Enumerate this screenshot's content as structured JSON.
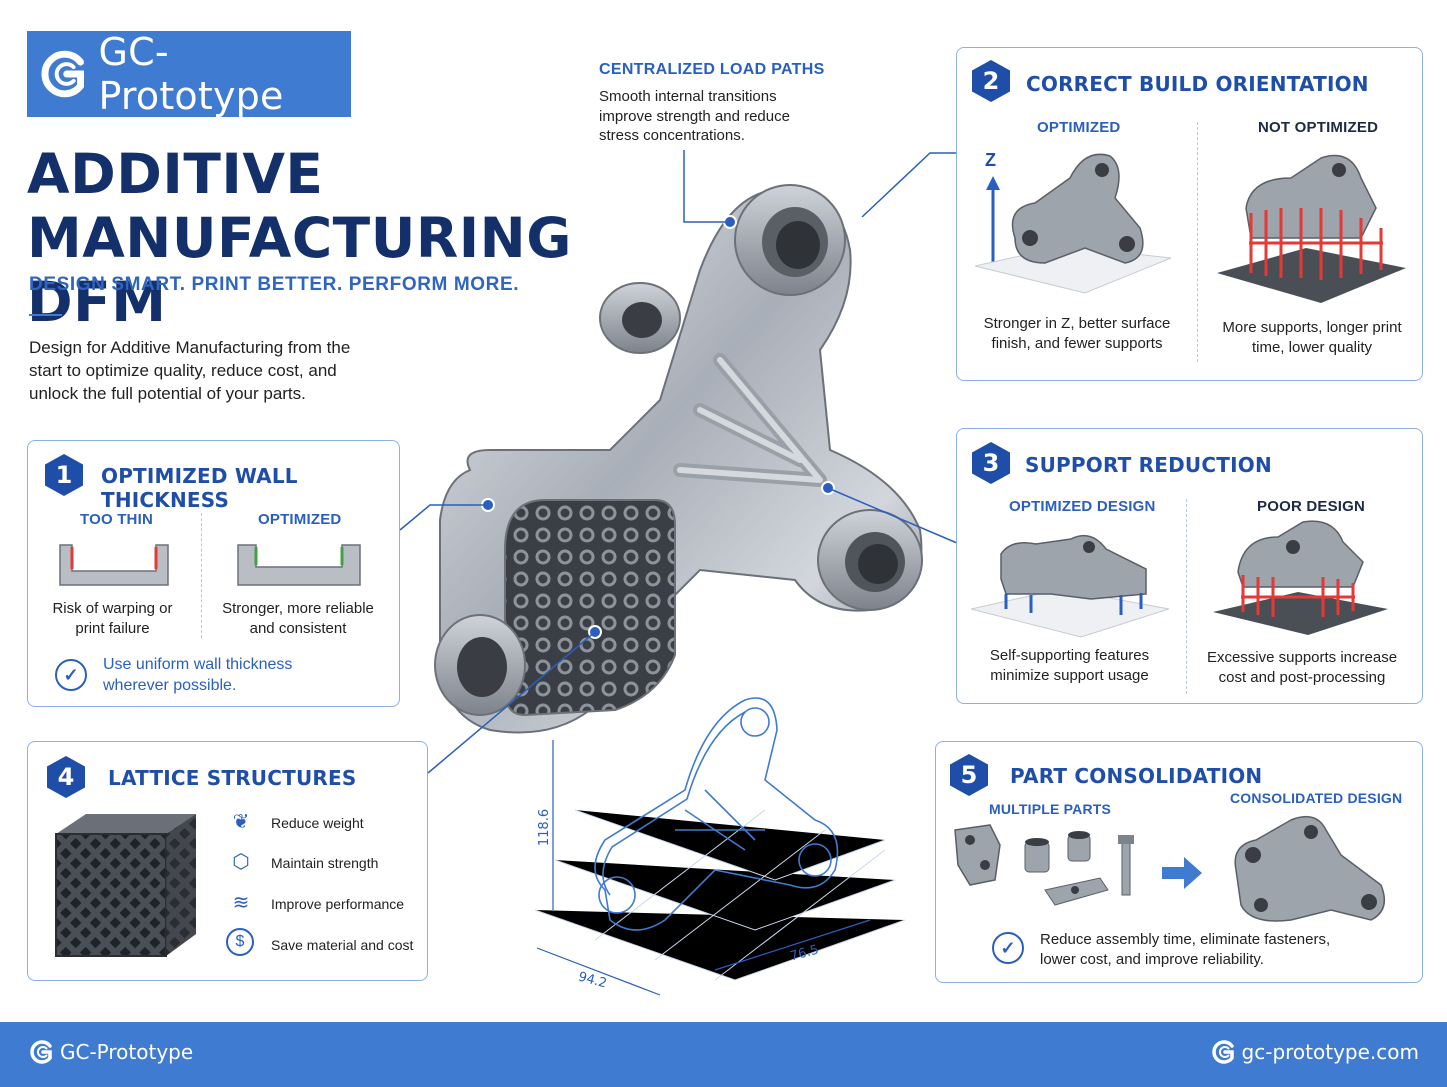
{
  "brand": {
    "logo_text": "GC-Prototype",
    "accent": "#3f7bd0",
    "navy": "#14306a"
  },
  "hero": {
    "title_line1": "ADDITIVE",
    "title_line2": "MANUFACTURING DFM",
    "tagline": "DESIGN SMART. PRINT BETTER. PERFORM MORE.",
    "intro": "Design for Additive Manufacturing from the start to optimize quality, reduce cost, and unlock the full potential of your parts."
  },
  "callout": {
    "title": "CENTRALIZED LOAD PATHS",
    "text": "Smooth internal transitions improve strength and reduce stress concentrations."
  },
  "card1": {
    "number": "1",
    "title": "OPTIMIZED WALL THICKNESS",
    "left_label": "TOO THIN",
    "left_caption": "Risk of warping or print failure",
    "right_label": "OPTIMIZED",
    "right_caption": "Stronger, more reliable and consistent",
    "tip": "Use uniform wall thickness wherever possible."
  },
  "card2": {
    "number": "2",
    "title": "CORRECT BUILD ORIENTATION",
    "left_label": "OPTIMIZED",
    "left_caption": "Stronger in Z, better surface finish, and fewer supports",
    "right_label": "NOT OPTIMIZED",
    "right_caption": "More supports, longer print time, lower quality",
    "axis_label": "Z"
  },
  "card3": {
    "number": "3",
    "title": "SUPPORT REDUCTION",
    "left_label": "OPTIMIZED DESIGN",
    "left_caption": "Self-supporting features minimize support usage",
    "right_label": "POOR DESIGN",
    "right_caption": "Excessive supports increase cost and post-processing"
  },
  "card4": {
    "number": "4",
    "title": "LATTICE STRUCTURES",
    "features": [
      {
        "icon": "feather-icon",
        "label": "Reduce weight"
      },
      {
        "icon": "cube-icon",
        "label": "Maintain strength"
      },
      {
        "icon": "wind-icon",
        "label": "Improve performance"
      },
      {
        "icon": "dollar-icon",
        "label": "Save material and cost"
      }
    ]
  },
  "card5": {
    "number": "5",
    "title": "PART CONSOLIDATION",
    "left_label": "MULTIPLE PARTS",
    "right_label": "CONSOLIDATED DESIGN",
    "tip": "Reduce assembly time, eliminate fasteners, lower cost, and improve reliability."
  },
  "blueprint": {
    "dim_height": "118.6",
    "dim_width": "94.2",
    "dim_depth": "76.5"
  },
  "footer": {
    "left": "GC-Prototype",
    "right": "gc-prototype.com"
  }
}
